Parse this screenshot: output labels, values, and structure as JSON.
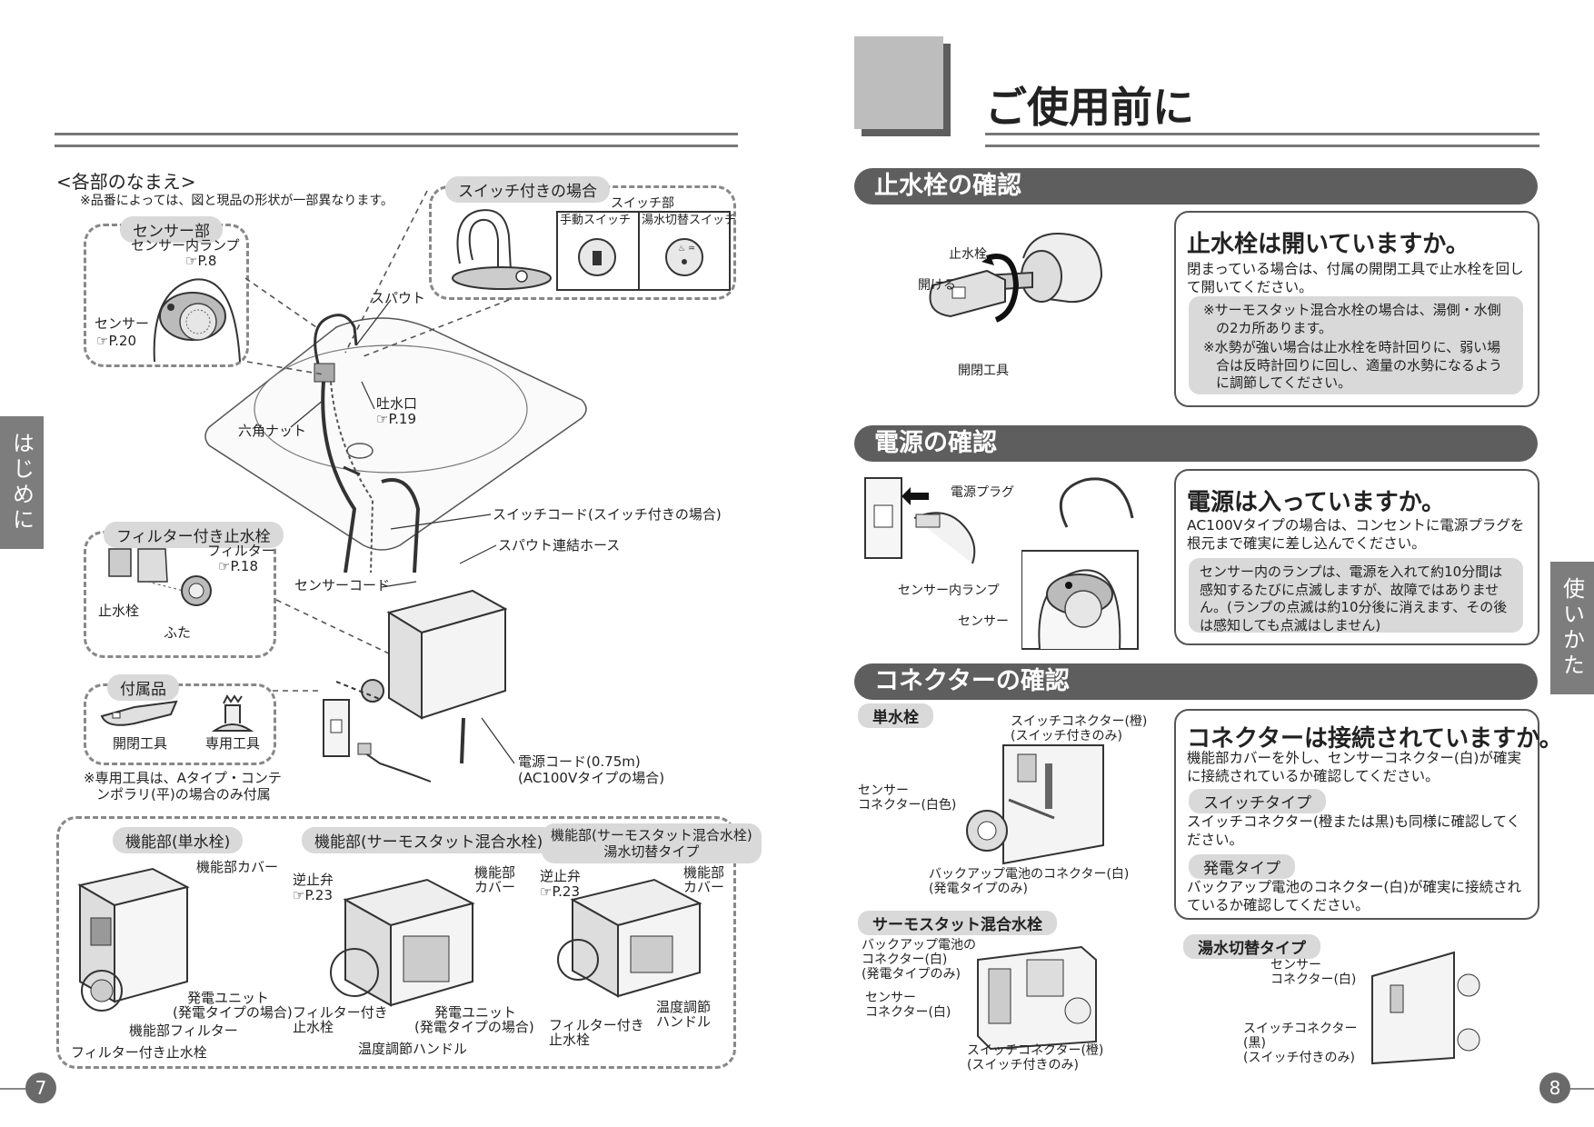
{
  "left": {
    "heading": "<各部のなまえ>",
    "note": "※品番によっては、図と現品の形状が一部異なります。",
    "side_tab": "はじめに",
    "page_number": "7",
    "sensor_box": {
      "title": "センサー部",
      "lamp_label": "センサー内ランプ",
      "lamp_ref": "☞P.8",
      "sensor_label": "センサー",
      "sensor_ref": "☞P.20"
    },
    "switch_box": {
      "title": "スイッチ付きの場合",
      "sub_title": "スイッチ部",
      "manual": "手動スイッチ",
      "hot_cold": "湯水切替スイッチ"
    },
    "labels": {
      "spout": "スパウト",
      "outlet": "吐水口",
      "outlet_ref": "☞P.19",
      "hex_nut": "六角ナット",
      "switch_cord": "スイッチコード(スイッチ付きの場合)",
      "hose": "スパウト連結ホース",
      "sensor_cord": "センサーコード",
      "power_cord_1": "電源コード(0.75m)",
      "power_cord_2": "(AC100Vタイプの場合)"
    },
    "filter_box": {
      "title": "フィルター付き止水栓",
      "filter": "フィルター",
      "filter_ref": "☞P.18",
      "valve": "止水栓",
      "cap": "ふた"
    },
    "accessory_box": {
      "title": "付属品",
      "tool1": "開閉工具",
      "tool2": "専用工具",
      "note_1": "※専用工具は、Aタイプ・コンテ",
      "note_2": "ンポラリ(平)の場合のみ付属"
    },
    "unit_box": {
      "single": {
        "title": "機能部(単水栓)",
        "cover": "機能部カバー",
        "gen1": "発電ユニット",
        "gen2": "(発電タイプの場合)",
        "filter": "機能部フィルター",
        "valve": "フィルター付き止水栓"
      },
      "thermo": {
        "title": "機能部(サーモスタット混合水栓)",
        "check": "逆止弁",
        "check_ref": "☞P.23",
        "cover1": "機能部",
        "cover2": "カバー",
        "valve1": "フィルター付き",
        "valve2": "止水栓",
        "gen1": "発電ユニット",
        "gen2": "(発電タイプの場合)",
        "handle": "温度調節ハンドル"
      },
      "thermo_switch": {
        "title1": "機能部(サーモスタット混合水栓)",
        "title2": "湯水切替タイプ",
        "check": "逆止弁",
        "check_ref": "☞P.23",
        "cover1": "機能部",
        "cover2": "カバー",
        "handle1": "温度調節",
        "handle2": "ハンドル",
        "valve1": "フィルター付き",
        "valve2": "止水栓"
      }
    }
  },
  "right": {
    "title": "ご使用前に",
    "side_tab": "使いかた",
    "page_number": "8",
    "sec1": {
      "bar": "止水栓の確認",
      "fig_valve": "止水栓",
      "fig_open": "開ける",
      "fig_tool": "開閉工具",
      "question": "止水栓は開いていますか。",
      "text": "閉まっている場合は、付属の開閉工具で止水栓を回して開いてください。",
      "note1": "※サーモスタット混合水栓の場合は、湯側・水側の2カ所あります。",
      "note2": "※水勢が強い場合は止水栓を時計回りに、弱い場合は反時計回りに回し、適量の水勢になるように調節してください。"
    },
    "sec2": {
      "bar": "電源の確認",
      "fig_plug": "電源プラグ",
      "fig_lamp": "センサー内ランプ",
      "fig_sensor": "センサー",
      "question": "電源は入っていますか。",
      "text": "AC100Vタイプの場合は、コンセントに電源プラグを根元まで確実に差し込んでください。",
      "note": "センサー内のランプは、電源を入れて約10分間は感知するたびに点滅しますが、故障ではありません。(ランプの点滅は約10分後に消えます、その後は感知しても点滅はしません)"
    },
    "sec3": {
      "bar": "コネクターの確認",
      "single_tab": "単水栓",
      "sw_conn1": "スイッチコネクター(橙)",
      "sw_conn2": "(スイッチ付きのみ)",
      "sensor_conn1": "センサー",
      "sensor_conn2": "コネクター(白色)",
      "backup1": "バックアップ電池のコネクター(白)",
      "backup2": "(発電タイプのみ)",
      "thermo_tab": "サーモスタット混合水栓",
      "t_backup1": "バックアップ電池の",
      "t_backup2": "コネクター(白)",
      "t_backup3": "(発電タイプのみ)",
      "t_sensor1": "センサー",
      "t_sensor2": "コネクター(白)",
      "t_sw1": "スイッチコネクター(橙)",
      "t_sw2": "(スイッチ付きのみ)",
      "question": "コネクターは接続されていますか。",
      "text": "機能部カバーを外し、センサーコネクター(白)が確実に接続されているか確認してください。",
      "switch_tab": "スイッチタイプ",
      "switch_text": "スイッチコネクター(橙または黒)も同様に確認してください。",
      "gen_tab": "発電タイプ",
      "gen_text": "バックアップ電池のコネクター(白)が確実に接続されているか確認してください。",
      "hot_tab": "湯水切替タイプ",
      "h_sensor1": "センサー",
      "h_sensor2": "コネクター(白)",
      "h_sw1": "スイッチコネクター",
      "h_sw2": "(黒)",
      "h_sw3": "(スイッチ付きのみ)"
    }
  }
}
